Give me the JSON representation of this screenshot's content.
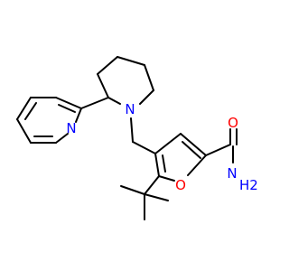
{
  "structure": {
    "atom_labels": {
      "pyridine_n": "N",
      "piperidine_n": "N",
      "furan_o": "O",
      "carbonyl_o": "O",
      "amide_n": "N",
      "amide_h2": "H2"
    },
    "colors": {
      "bond": "#000000",
      "nitrogen": "#0000ff",
      "oxygen": "#ff0000",
      "background": "#ffffff"
    }
  }
}
